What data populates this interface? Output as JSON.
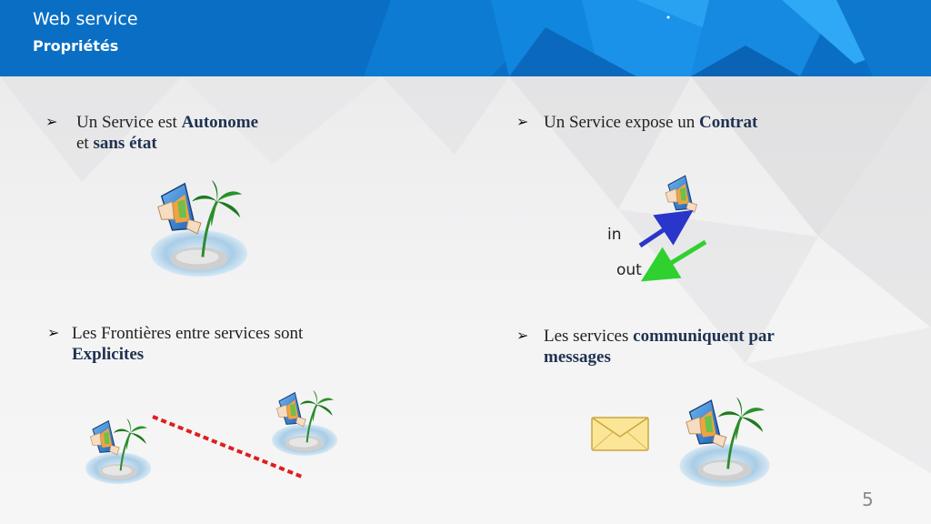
{
  "header": {
    "title": "Web service",
    "subtitle": "Propriétés",
    "accent_color": "#0a6fc4"
  },
  "bullets": {
    "autonome": {
      "line1_plain": "Un Service est ",
      "line1_bold": "Autonome",
      "line2_plain": "et ",
      "line2_bold": "sans état"
    },
    "contrat": {
      "plain": "Un Service expose un ",
      "bold": "Contrat"
    },
    "frontieres": {
      "plain": "Les Frontières entre services sont",
      "bold": "Explicites"
    },
    "messages": {
      "plain": "Les services ",
      "bold1": "communiquent par",
      "bold2": "messages"
    }
  },
  "contract_diagram": {
    "in_label": "in",
    "out_label": "out"
  },
  "icons": [
    "service-island-icon",
    "arrow-bullet-icon",
    "envelope-icon",
    "in-arrow-icon",
    "out-arrow-icon"
  ],
  "page_number": "5"
}
